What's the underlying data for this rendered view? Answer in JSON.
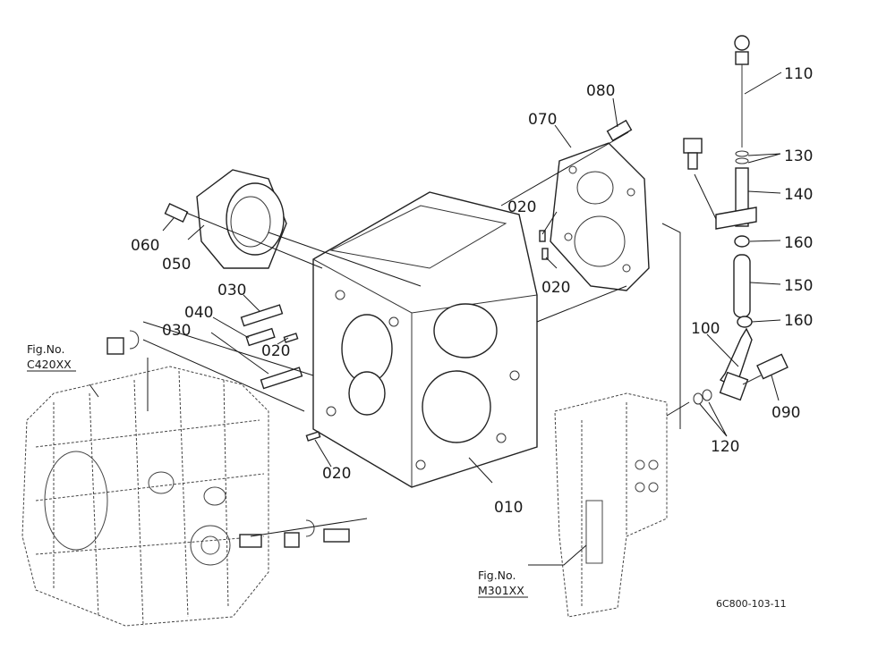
{
  "callouts": [
    {
      "id": "c010",
      "text": "010"
    },
    {
      "id": "c020a",
      "text": "020"
    },
    {
      "id": "c020b",
      "text": "020"
    },
    {
      "id": "c020c",
      "text": "020"
    },
    {
      "id": "c020d",
      "text": "020"
    },
    {
      "id": "c030a",
      "text": "030"
    },
    {
      "id": "c030b",
      "text": "030"
    },
    {
      "id": "c040",
      "text": "040"
    },
    {
      "id": "c050",
      "text": "050"
    },
    {
      "id": "c060",
      "text": "060"
    },
    {
      "id": "c070",
      "text": "070"
    },
    {
      "id": "c080",
      "text": "080"
    },
    {
      "id": "c090",
      "text": "090"
    },
    {
      "id": "c100",
      "text": "100"
    },
    {
      "id": "c110",
      "text": "110"
    },
    {
      "id": "c120",
      "text": "120"
    },
    {
      "id": "c130",
      "text": "130"
    },
    {
      "id": "c140",
      "text": "140"
    },
    {
      "id": "c150",
      "text": "150"
    },
    {
      "id": "c160a",
      "text": "160"
    },
    {
      "id": "c160b",
      "text": "160"
    }
  ],
  "figure_refs": {
    "left": {
      "line1": "Fig.No.",
      "line2": "C420XX"
    },
    "bottom": {
      "line1": "Fig.No.",
      "line2": "M301XX"
    }
  },
  "drawing_code": "6C800-103-11"
}
